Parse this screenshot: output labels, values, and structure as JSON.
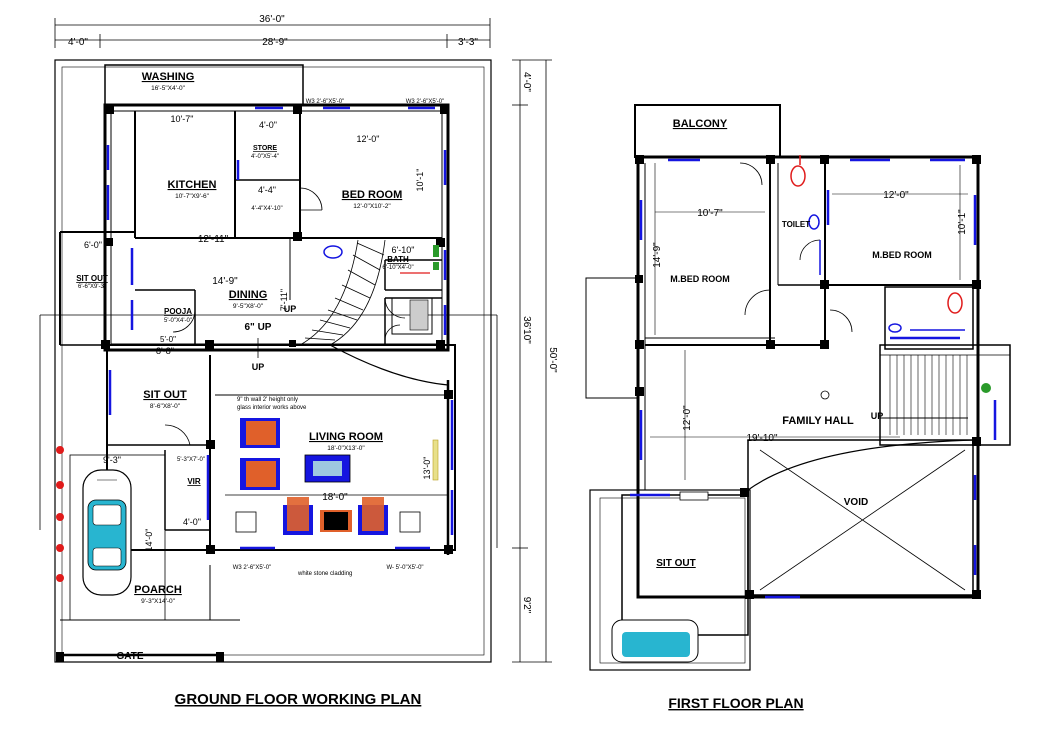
{
  "ground_floor": {
    "title": "GROUND FLOOR WORKING  PLAN",
    "dims": {
      "overall_width": "36'-0\"",
      "left_setback": "4'-0\"",
      "middle_width": "28'-9\"",
      "right_setback": "3'-3\"",
      "right_top": "4'-0\"",
      "right_middle": "36'10\"",
      "right_total": "50'-0\"",
      "right_bottom": "9'2\""
    },
    "rooms": {
      "washing": "WASHING",
      "washing_size": "16'-5\"X4'-0\"",
      "kitchen": "KITCHEN",
      "kitchen_size": "10'-7\"X9'-6\"",
      "store": "STORE",
      "store_size": "4'-0\"X5'-4\"",
      "bedroom": "BED ROOM",
      "bedroom_size": "12'-0\"X10'-2\"",
      "dining": "DINING",
      "dining_size": "9'-5\"X8'-0\"",
      "bath": "BATH",
      "bath_size": "6'-10\"X4'-0\"",
      "sitout_left": "SIT OUT",
      "sitout_left_size": "6'-6\"X9'-3\"",
      "pooja": "POOJA",
      "pooja_size": "5'-0\"X4'-0\"",
      "sitout": "SIT OUT",
      "sitout_size": "8'-6\"X8'-0\"",
      "living": "LIVING ROOM",
      "living_size": "18'-0\"X13'-0\"",
      "vir": "VIR",
      "vir_size": "5'-3\"X7'-0\"",
      "poarch": "POARCH",
      "poarch_size": "9'-3\"X14'-0\"",
      "gate": "GATE"
    },
    "inner_dims": {
      "d_10_7": "10'-7\"",
      "d_4_0a": "4'-0\"",
      "d_12_0": "12'-0\"",
      "d_4_4": "4'-4\"",
      "d_4_4x4_10": "4'-4\"X4'-10\"",
      "d_12_11": "12'-11\"",
      "d_6_0": "6'-0\"",
      "d_6_10": "6'-10\"",
      "d_14_9": "14'-9\"",
      "d_8_8": "8'-8\"",
      "d_5_0": "5'-0\"",
      "d_9_3": "9'-3\"",
      "d_4_0b": "4'-0\"",
      "d_18_0": "18'-0\"",
      "d_14_0": "14'-0\"",
      "d_13_0": "13'-0\"",
      "d_10_1": "10'-1\"",
      "d_7_11": "7'-11\""
    },
    "notes": {
      "six_up": "6\" UP",
      "up1": "UP",
      "up2": "UP",
      "glass_note_1": "9\" th wall 2' height only",
      "glass_note_2": "glass interior works above",
      "white_stone": "white stone cladding",
      "w3_a": "W3 2'-6\"X5'-0\"",
      "w3_b": "W3 2'-6\"X5'-0\"",
      "w3_c": "W3 2'-6\"X5'-0\"",
      "w_bottom": "W- 5'-0\"X5'-0\""
    }
  },
  "first_floor": {
    "title": "FIRST FLOOR   PLAN",
    "rooms": {
      "balcony": "BALCONY",
      "mbed_left": "M.BED ROOM",
      "toilet": "TOILET",
      "mbed_right": "M.BED ROOM",
      "family_hall": "FAMILY HALL",
      "up": "UP",
      "void": "VOID",
      "sitout": "SIT OUT"
    },
    "dims": {
      "d_10_7": "10'-7\"",
      "d_12_0": "12'-0\"",
      "d_14_9": "14'-9\"",
      "d_10_1": "10'-1\"",
      "d_12_0v": "12'-0\"",
      "d_19_10": "19'-10\""
    }
  },
  "colors": {
    "wall": "#000000",
    "window": "#1515e0",
    "fixture_red": "#e01b1b",
    "car_body": "#28b5d0",
    "green": "#2a9a2a",
    "furniture": "#e0602a"
  }
}
